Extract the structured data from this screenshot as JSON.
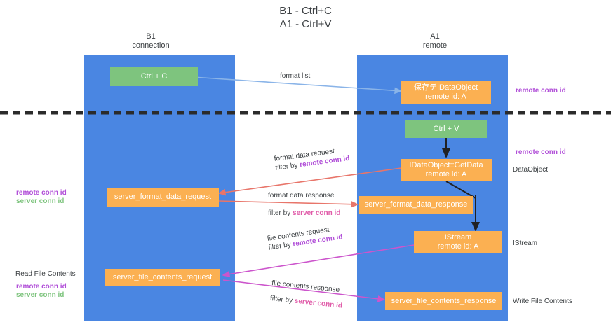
{
  "title": {
    "line1": "B1 - Ctrl+C",
    "line2": "A1 - Ctrl+V"
  },
  "columns": [
    {
      "name": "B1",
      "subtitle": "connection"
    },
    {
      "name": "A1",
      "subtitle": "remote"
    }
  ],
  "nodes": {
    "ctrl_c": {
      "label": "Ctrl + C"
    },
    "ctrl_v": {
      "label": "Ctrl + V"
    },
    "idataobject": {
      "label": "保存テIDataObject",
      "sub": "remote id: A"
    },
    "getdata": {
      "label": "IDataObject::GetData",
      "sub": "remote id: A"
    },
    "istream": {
      "label": "IStream",
      "sub": "remote id: A"
    },
    "server_format_data_request": {
      "label": "server_format_data_request"
    },
    "server_format_data_response": {
      "label": "server_format_data_response"
    },
    "server_file_contents_request": {
      "label": "server_file_contents_request"
    },
    "server_file_contents_response": {
      "label": "server_file_contents_response"
    }
  },
  "edges": {
    "format_list": {
      "label": "format list"
    },
    "format_data_request": {
      "label": "format data request",
      "filter_prefix": "filter by ",
      "filter_key": "remote conn id"
    },
    "format_data_response": {
      "label": "format data response",
      "filter_prefix": "filter by ",
      "filter_key": "server conn id"
    },
    "file_contents_request": {
      "label": "file contents request",
      "filter_prefix": "filter by ",
      "filter_key": "remote conn id"
    },
    "file_contents_response": {
      "label": "file contents response",
      "filter_prefix": "filter by ",
      "filter_key": "server conn id"
    }
  },
  "annotations": {
    "right_remote_conn_id_1": "remote conn id",
    "right_remote_conn_id_2": "remote conn id",
    "dataobject": "DataObject",
    "istream": "IStream",
    "write_file_contents": "Write File Contents",
    "left_remote_conn_id_1": "remote conn id",
    "left_server_conn_id_1": "server conn id",
    "read_file_contents": "Read File Contents",
    "left_remote_conn_id_2": "remote conn id",
    "left_server_conn_id_2": "server conn id"
  },
  "colors": {
    "lane": "#4a86e2",
    "green_node": "#7ec47e",
    "orange_node": "#fbb052",
    "purple_text": "#b14fd8",
    "pink_text": "#e05aa8",
    "green_text": "#7ec47e",
    "divider": "#2b2b2b",
    "arrow_blue": "#8ab4e8",
    "arrow_red": "#e8756a",
    "arrow_magenta": "#cc55cc",
    "arrow_dark": "#202124"
  }
}
